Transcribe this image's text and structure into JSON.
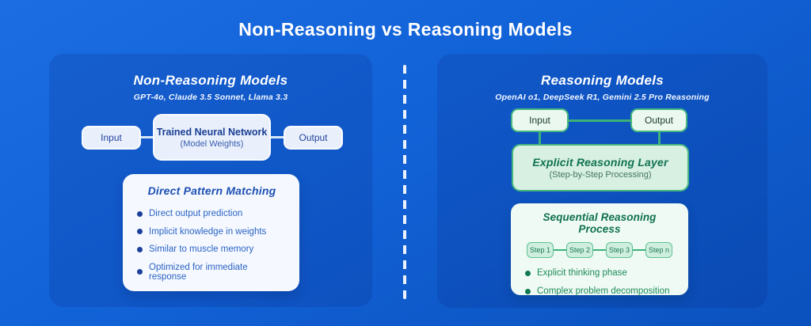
{
  "page": {
    "title": "Non-Reasoning vs Reasoning Models"
  },
  "left_panel": {
    "title": "Non-Reasoning Models",
    "subtitle": "GPT-4o, Claude 3.5 Sonnet, Llama 3.3",
    "flow": {
      "input_label": "Input",
      "network_title": "Trained Neural Network",
      "network_subtitle": "(Model Weights)",
      "output_label": "Output"
    },
    "card": {
      "title": "Direct Pattern Matching",
      "bullets": [
        "Direct output prediction",
        "Implicit knowledge in weights",
        "Similar to muscle memory",
        "Optimized for immediate response"
      ]
    }
  },
  "right_panel": {
    "title": "Reasoning Models",
    "subtitle": "OpenAI o1, DeepSeek R1, Gemini 2.5 Pro Reasoning",
    "flow": {
      "input_label": "Input",
      "output_label": "Output"
    },
    "reasoning_layer": {
      "title": "Explicit Reasoning Layer",
      "subtitle": "(Step-by-Step Processing)"
    },
    "card": {
      "title": "Sequential Reasoning Process",
      "steps": [
        "Step 1",
        "Step 2",
        "Step 3",
        "Step n"
      ],
      "bullets": [
        "Explicit thinking phase",
        "Complex problem decomposition"
      ]
    }
  },
  "colors": {
    "background_top": "#1c6de2",
    "background_bottom": "#0b51bd",
    "blue_box_fill": "#e9f0fc",
    "blue_text": "#2a62c4",
    "blue_dark_text": "#1b3e93",
    "white_card": "#f5f9ff",
    "green_border": "#46b77e",
    "mint_fill": "#d7f0e1",
    "mint_card": "#eefaf3",
    "green_dark_text": "#117253",
    "green_text": "#1f8a5c"
  }
}
